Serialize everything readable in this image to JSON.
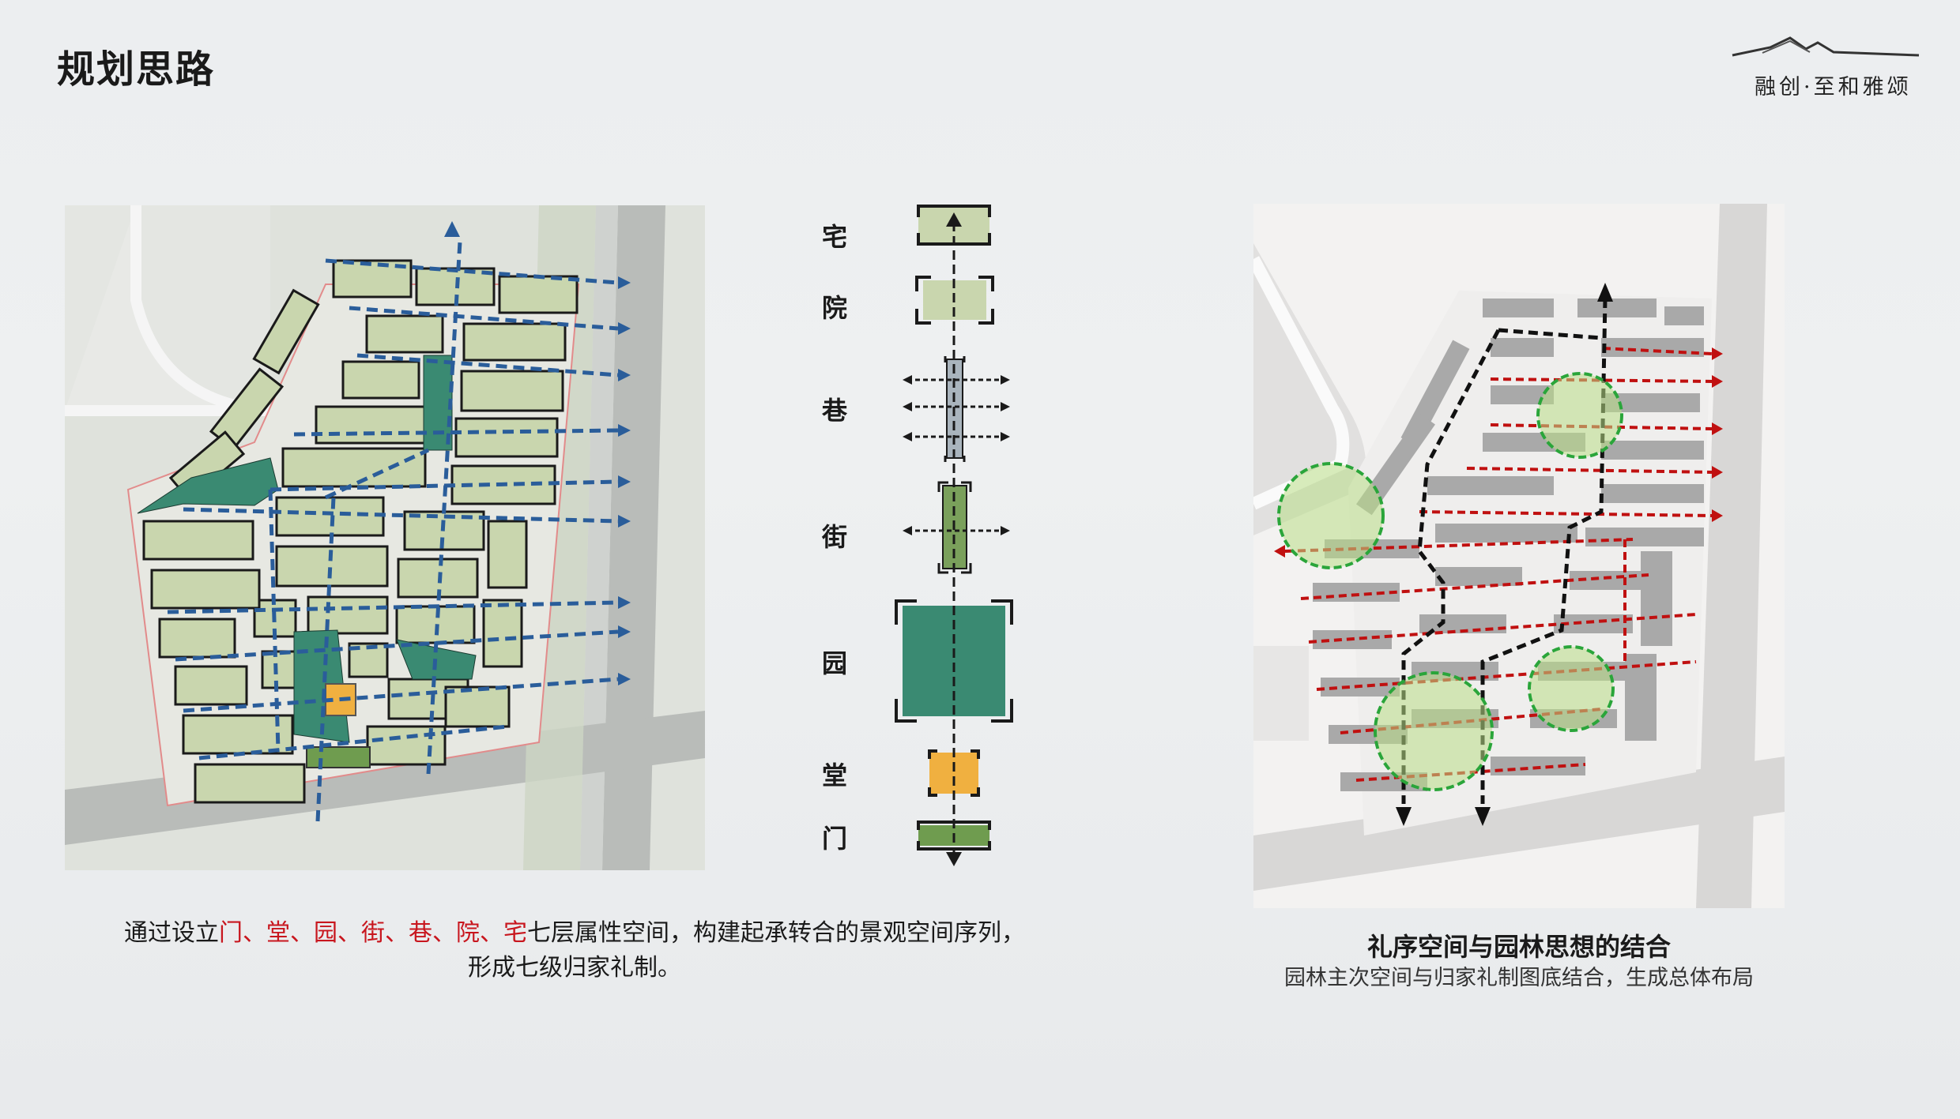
{
  "header": {
    "title": "规划思路"
  },
  "logo": {
    "brand": "融创·至和雅颂"
  },
  "legend": {
    "items": [
      {
        "key": "zhai",
        "label": "宅"
      },
      {
        "key": "yuan_court",
        "label": "院"
      },
      {
        "key": "xiang",
        "label": "巷"
      },
      {
        "key": "jie",
        "label": "街"
      },
      {
        "key": "yuan_garden",
        "label": "园"
      },
      {
        "key": "tang",
        "label": "堂"
      },
      {
        "key": "men",
        "label": "门"
      }
    ]
  },
  "caption_left": {
    "prefix": "通过设立",
    "highlight": "门、堂、园、街、巷、院、宅",
    "suffix": "七层属性空间，构建起承转合的景观空间序列，",
    "line2": "形成七级归家礼制。"
  },
  "caption_right": {
    "title": "礼序空间与园林思想的结合",
    "subtitle": "园林主次空间与归家礼制图底结合，生成总体布局"
  },
  "colors": {
    "title_text": "#1a1a1a",
    "highlight_red": "#c8161e",
    "building_green": "#c9d6ae",
    "garden_teal": "#3a8a72",
    "hall_orange": "#f0b040",
    "gate_green": "#6f9c4f",
    "path_blue": "#2a5d9a",
    "path_red": "#c01010",
    "garden_circle_green": "#2aa53a"
  }
}
